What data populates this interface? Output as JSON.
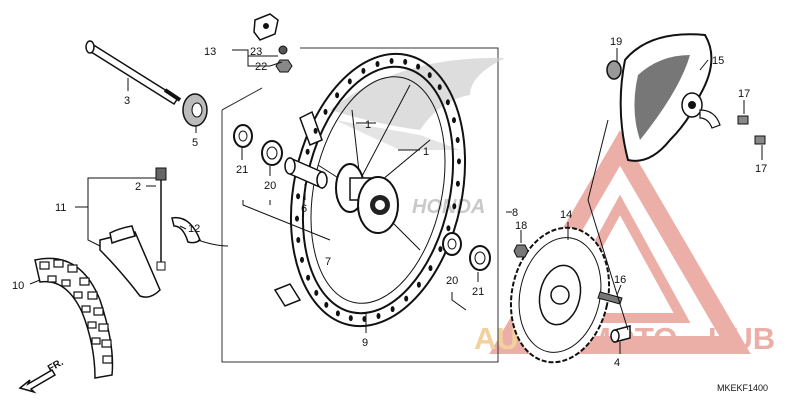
{
  "diagram_code": "MKEKF1400",
  "direction_label": "FR.",
  "watermark": {
    "part1": "AUTO",
    "part2": "MOTO",
    "part3": "HUB",
    "color": "#e8a29a",
    "accent": "#f2c98e"
  },
  "brand_text": "HONDA",
  "callouts": {
    "c1a": "1",
    "c1b": "1",
    "c2": "2",
    "c3": "3",
    "c4": "4",
    "c5": "5",
    "c6": "6",
    "c7": "7",
    "c8": "8",
    "c9": "9",
    "c10": "10",
    "c11": "11",
    "c12": "12",
    "c13": "13",
    "c14": "14",
    "c15": "15",
    "c16": "16",
    "c17a": "17",
    "c17b": "17",
    "c18": "18",
    "c19": "19",
    "c20a": "20",
    "c20b": "20",
    "c21a": "21",
    "c21b": "21",
    "c22": "22",
    "c23": "23"
  }
}
